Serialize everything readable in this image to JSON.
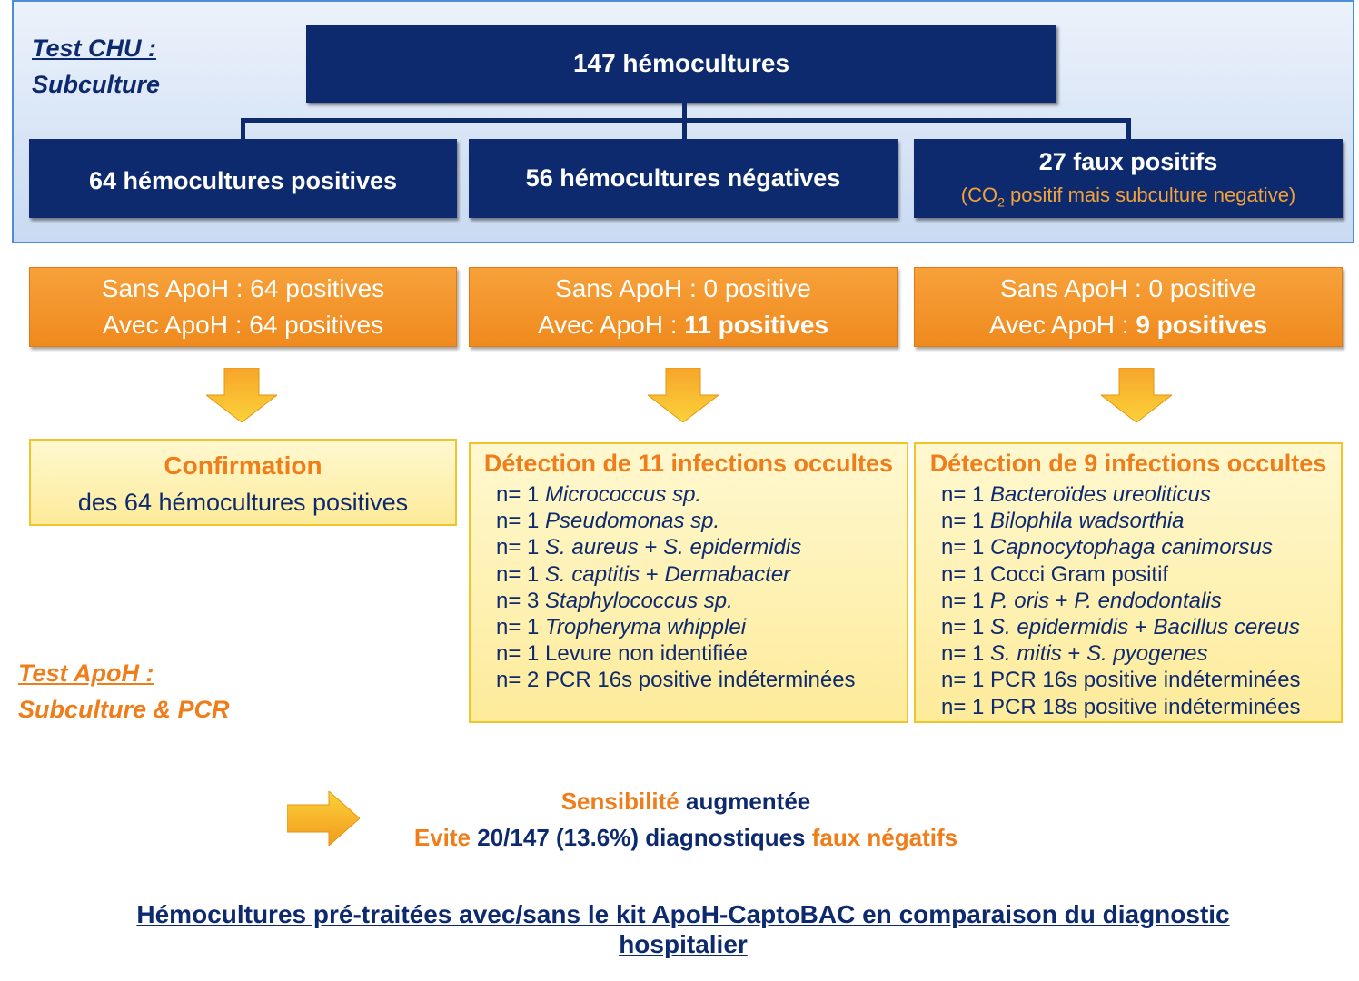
{
  "top": {
    "label_line1": "Test CHU :",
    "label_line2": "Subculture",
    "root": "147 hémocultures",
    "positive": "64 hémocultures positives",
    "negative": "56 hémocultures négatives",
    "false_pos": "27 faux positifs",
    "false_pos_note_a": "(CO",
    "false_pos_note_sub": "2",
    "false_pos_note_b": " positif  mais subculture negative)"
  },
  "orange": [
    {
      "line1": "Sans ApoH : 64 positives",
      "line2": "Avec ApoH : 64 positives"
    },
    {
      "line1": "Sans ApoH : 0 positive",
      "line2_prefix": "Avec ApoH : ",
      "line2_bold": "11 positives"
    },
    {
      "line1": "Sans ApoH : 0 positive",
      "line2_prefix": "Avec ApoH : ",
      "line2_bold": "9 positives"
    }
  ],
  "confirm": {
    "title": "Confirmation",
    "text": "des 64 hémocultures positives"
  },
  "detect11": {
    "title": "Détection de 11 infections occultes",
    "items": [
      {
        "n": "n= 1 ",
        "parts": [
          {
            "t": "Micrococcus sp.",
            "i": true
          }
        ]
      },
      {
        "n": "n= 1 ",
        "parts": [
          {
            "t": "Pseudomonas sp.",
            "i": true
          }
        ]
      },
      {
        "n": "n= 1 ",
        "parts": [
          {
            "t": "S. aureus",
            "i": true
          },
          {
            "t": " + ",
            "i": false
          },
          {
            "t": "S. epidermidis",
            "i": true
          }
        ]
      },
      {
        "n": "n= 1 ",
        "parts": [
          {
            "t": "S. captitis",
            "i": true
          },
          {
            "t": " + ",
            "i": false
          },
          {
            "t": "Dermabacter",
            "i": true
          }
        ]
      },
      {
        "n": "n= 3 ",
        "parts": [
          {
            "t": "Staphylococcus sp.",
            "i": true
          }
        ]
      },
      {
        "n": "n= 1 ",
        "parts": [
          {
            "t": "Tropheryma whipplei",
            "i": true
          }
        ]
      },
      {
        "n": "n= 1 ",
        "parts": [
          {
            "t": "Levure non identifiée",
            "i": false
          }
        ]
      },
      {
        "n": "n= 2 ",
        "parts": [
          {
            "t": "PCR 16s positive indéterminées",
            "i": false
          }
        ]
      }
    ]
  },
  "detect9": {
    "title": "Détection de 9 infections occultes",
    "items": [
      {
        "n": "n= 1 ",
        "parts": [
          {
            "t": "Bacteroïdes ureoliticus",
            "i": true
          }
        ]
      },
      {
        "n": "n= 1 ",
        "parts": [
          {
            "t": "Bilophila wadsorthia",
            "i": true
          }
        ]
      },
      {
        "n": "n= 1 ",
        "parts": [
          {
            "t": "Capnocytophaga canimorsus",
            "i": true
          }
        ]
      },
      {
        "n": "n= 1 ",
        "parts": [
          {
            "t": "Cocci Gram positif",
            "i": false
          }
        ]
      },
      {
        "n": "n= 1 ",
        "parts": [
          {
            "t": "P. oris",
            "i": true
          },
          {
            "t": " + ",
            "i": false
          },
          {
            "t": "P. endodontalis",
            "i": true
          }
        ]
      },
      {
        "n": "n= 1 ",
        "parts": [
          {
            "t": "S. epidermidis",
            "i": true
          },
          {
            "t": " + ",
            "i": false
          },
          {
            "t": "Bacillus cereus",
            "i": true
          }
        ]
      },
      {
        "n": "n= 1 ",
        "parts": [
          {
            "t": "S. mitis",
            "i": true
          },
          {
            "t": " + ",
            "i": false
          },
          {
            "t": "S. pyogenes",
            "i": true
          }
        ]
      },
      {
        "n": "n= 1 ",
        "parts": [
          {
            "t": "PCR 16s positive indéterminées",
            "i": false
          }
        ]
      },
      {
        "n": "n= 1 ",
        "parts": [
          {
            "t": "PCR 18s positive indéterminées",
            "i": false
          }
        ]
      }
    ]
  },
  "apoh_label": {
    "line1": "Test ApoH :",
    "line2": "Subculture & PCR"
  },
  "conclusion": {
    "l1_orange": "Sensibilité",
    "l1_navy": " augmentée",
    "l2_orange_a": "Evite",
    "l2_navy": " 20/147 (13.6%) diagnostiques ",
    "l2_orange_b": "faux négatifs"
  },
  "caption": {
    "line1": "Hémocultures pré-traitées avec/sans le kit ApoH-CaptoBAC en comparaison du diagnostic",
    "line2": "hospitalier"
  },
  "colors": {
    "navy": "#0e2a6e",
    "orange": "#ef8a1e",
    "accent_text": "#ee7d1a",
    "panel_border": "#4a8fd8",
    "yellow_fill": "#fdeb9a"
  }
}
